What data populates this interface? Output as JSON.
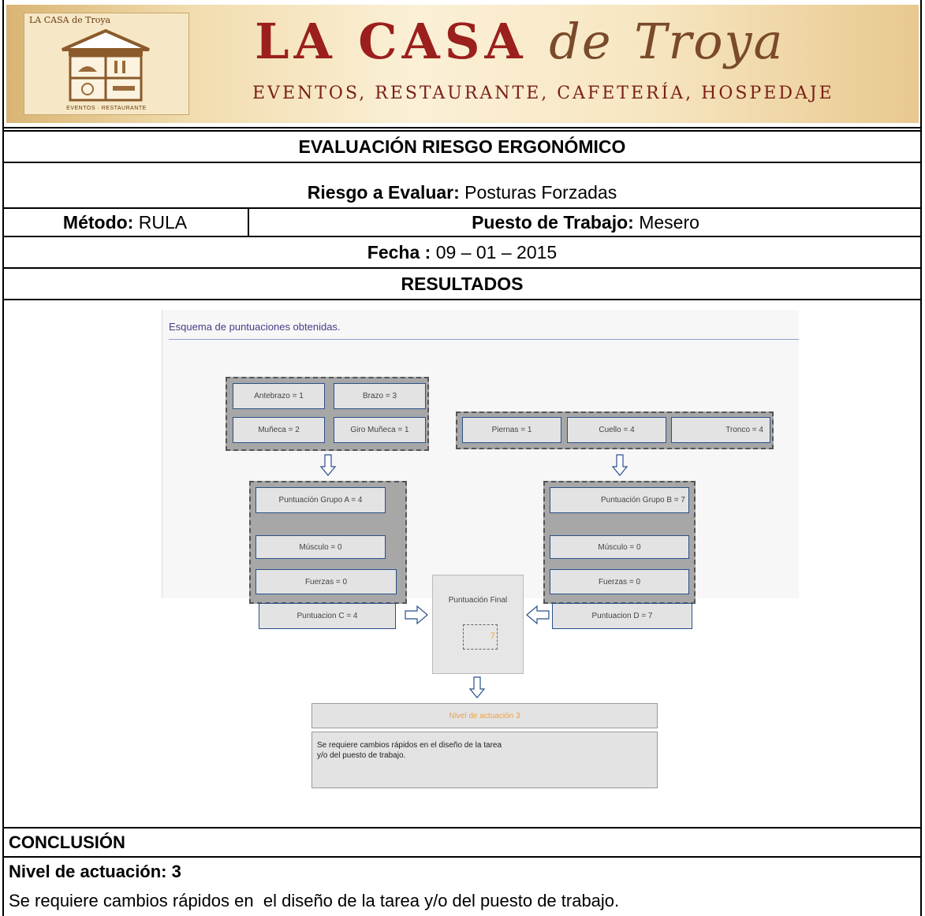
{
  "banner": {
    "logo_small": "LA CASA de Troya",
    "logo_footer": "EVENTOS · RESTAURANTE",
    "brand_main": "LA CASA",
    "brand_de": "de",
    "brand_troya": "Troya",
    "brand_subtitle": "EVENTOS, RESTAURANTE, CAFETERÍA, HOSPEDAJE"
  },
  "form": {
    "title": "EVALUACIÓN RIESGO ERGONÓMICO",
    "risk_label": "Riesgo a Evaluar:",
    "risk_value": " Posturas Forzadas",
    "method_label": "Método:",
    "method_value": " RULA",
    "job_label": "Puesto de Trabajo:",
    "job_value": " Mesero",
    "date_label": "Fecha :",
    "date_value": " 09 – 01 – 2015",
    "results_heading": "RESULTADOS"
  },
  "diagram": {
    "title": "Esquema de puntuaciones obtenidas.",
    "group_a_inputs": [
      "Antebrazo = 1",
      "Brazo = 3",
      "Muñeca = 2",
      "Giro Muñeca = 1"
    ],
    "group_b_inputs": [
      "Piernas = 1",
      "Cuello = 4",
      "Tronco = 4"
    ],
    "group_a": {
      "score": "Puntuación Grupo A = 4",
      "muscle": "Músculo = 0",
      "force": "Fuerzas = 0"
    },
    "group_b": {
      "score": "Puntuación Grupo B = 7",
      "muscle": "Músculo = 0",
      "force": "Fuerzas = 0"
    },
    "score_c": "Puntuacion C = 4",
    "score_d": "Puntuacion D = 7",
    "final_label": "Puntuación Final",
    "final_value": "7",
    "action_level": "Nivel de actuación 3",
    "action_text_1": "Se requiere cambios rápidos en el diseño de la tarea",
    "action_text_2": "y/o del puesto de trabajo.",
    "accent_color": "#f0a040"
  },
  "conclusion": {
    "heading": "CONCLUSIÓN",
    "level": "Nivel de actuación: 3",
    "text": "Se requiere cambios rápidos en  el diseño de la tarea y/o del puesto de trabajo."
  }
}
